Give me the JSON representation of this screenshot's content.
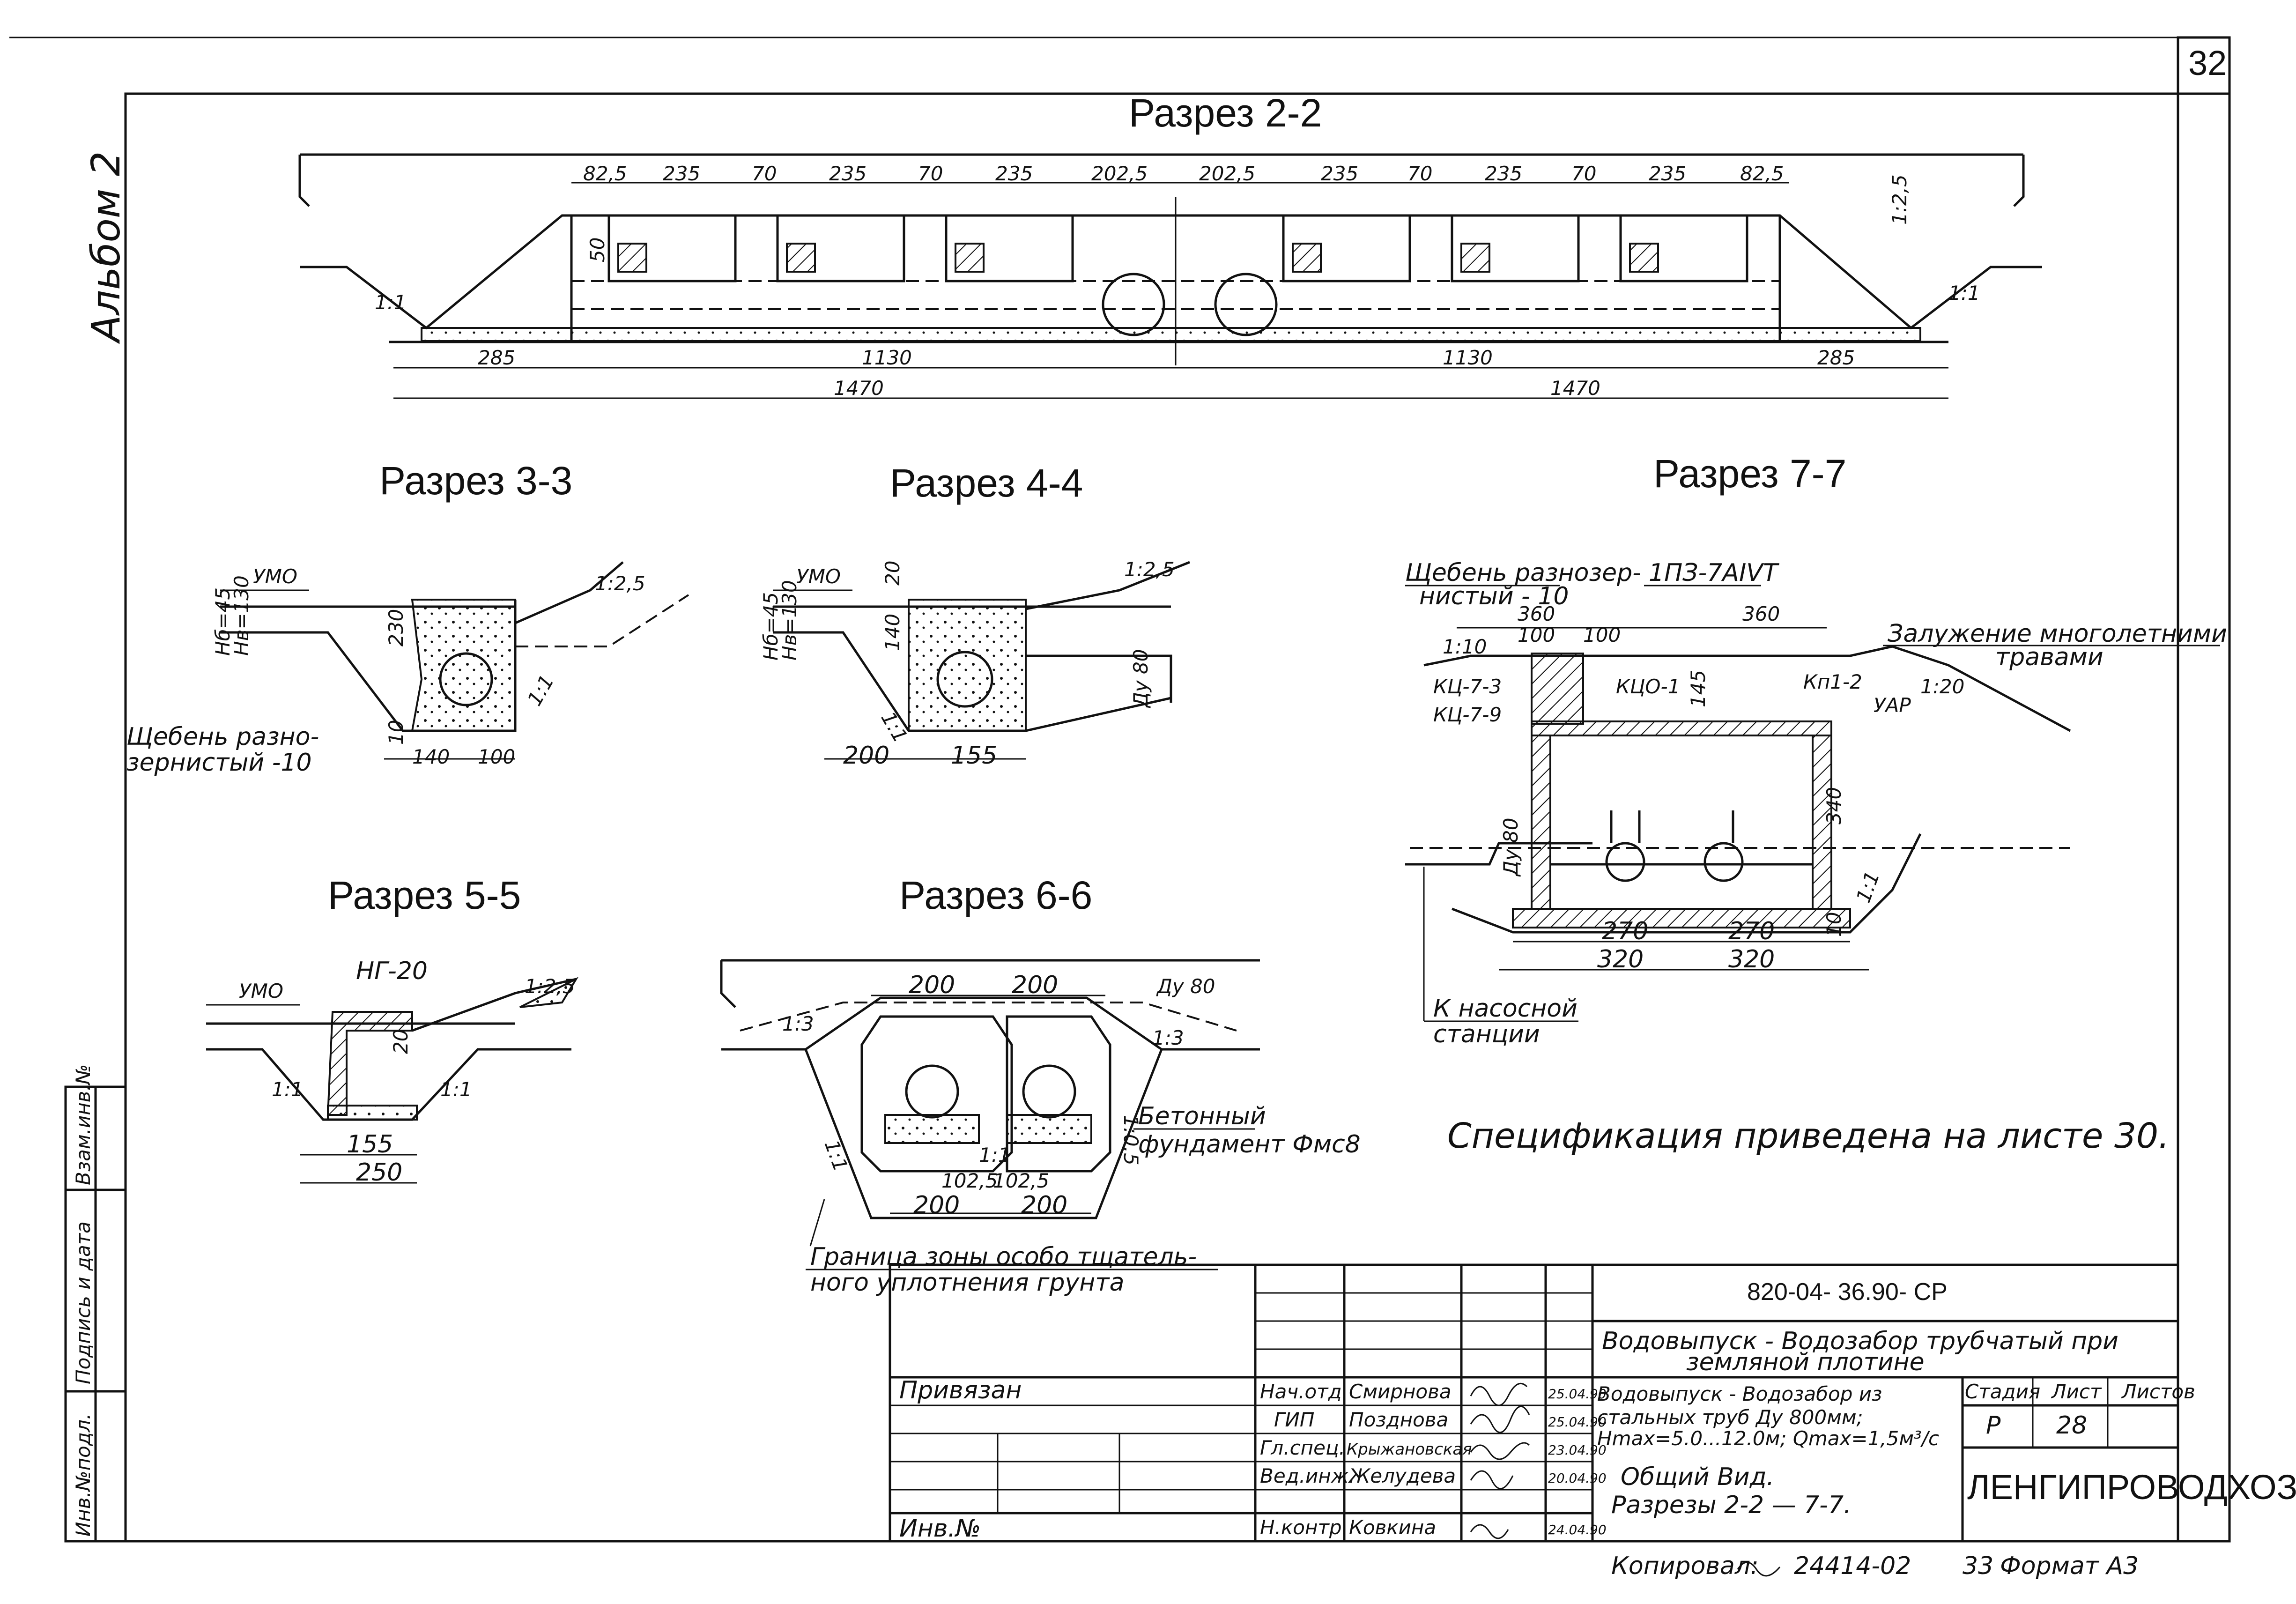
{
  "page_number": "32",
  "album": "Альбом 2",
  "sections": {
    "s22": {
      "title": "Разрез 2-2",
      "dims_top": [
        "82,5",
        "235",
        "70",
        "235",
        "70",
        "235",
        "202,5",
        "202,5",
        "235",
        "70",
        "235",
        "70",
        "235",
        "82,5"
      ],
      "dim_285": "285",
      "dim_1130": "1130",
      "dim_1470": "1470",
      "dim_50": "50",
      "slope_125": "1:2,5",
      "slope_11": "1:1"
    },
    "s33": {
      "title": "Разрез 3-3",
      "umo": "УМО",
      "h130": "Нв=130",
      "h45": "Нб=45",
      "dim_230": "230",
      "dim_10": "10",
      "dim_140": "140",
      "dim_100": "100",
      "slope_125": "1:2,5",
      "slope_11": "1:1",
      "gravel": "Щебень разно-",
      "gravel2": "зернистый -10"
    },
    "s44": {
      "title": "Разрез 4-4",
      "umo": "УМО",
      "h130": "Нв=130",
      "h45": "Нб=45",
      "dim_20": "20",
      "dim_140": "140",
      "dim_200": "200",
      "dim_155": "155",
      "du": "Ду 80",
      "slope_125": "1:2,5",
      "slope_11": "1:1"
    },
    "s55": {
      "title": "Разрез 5-5",
      "umo": "УМО",
      "ng": "НГ-20",
      "dim_20": "20",
      "dim_155": "155",
      "dim_250": "250",
      "slope_125": "1:2,5",
      "slope_11": "1:1"
    },
    "s66": {
      "title": "Разрез 6-6",
      "dim_200": "200",
      "dim_1025": "102,5",
      "du": "Ду 80",
      "slope_13": "1:3",
      "slope_11": "1:1",
      "slope_105": "1:0,5",
      "concrete": "Бетонный",
      "concrete2": "фундамент Фмс8",
      "zone1": "Граница зоны особо тщатель-",
      "zone2": "ного уплотнения грунта"
    },
    "s77": {
      "title": "Разрез 7-7",
      "gravel1": "Щебень разнозер-",
      "gravel2": "нистый - 10",
      "plate": "1ПЗ-7АIVТ",
      "dim_360": "360",
      "dim_100": "100",
      "dim_145": "145",
      "dim_340": "340",
      "dim_10": "10",
      "dim_270": "270",
      "dim_320": "320",
      "kc73": "КЦ-7-3",
      "kc79": "КЦ-7-9",
      "kco": "КЦО-1",
      "kp": "Кп1-2",
      "uad": "УАР",
      "du": "Ду 80",
      "slope_110": "1:10",
      "slope_120": "1:20",
      "slope_11": "1:1",
      "grass1": "Залужение многолетними",
      "grass2": "травами",
      "pump1": "К насосной",
      "pump2": "станции"
    }
  },
  "spec_note": "Спецификация приведена на листе 30.",
  "left_stamp": {
    "l1": "Взам.инв.№",
    "l2": "Подпись и дата",
    "l3": "Инв.№подл."
  },
  "title_block": {
    "code": "820-04- 36.90- СР",
    "project1": "Водовыпуск - Водозабор трубчатый при",
    "project2": "земляной плотине",
    "desc1": "Водовыпуск - Водозабор из",
    "desc2": "стальных труб Ду 800мм;",
    "desc3": "Hmax=5.0...12.0м; Qmax=1,5м³/с",
    "view1": "Общий Вид.",
    "view2": "Разрезы 2-2 — 7-7.",
    "stage_label": "Стадия",
    "sheet_label": "Лист",
    "sheets_label": "Листов",
    "stage": "Р",
    "sheet": "28",
    "org": "ЛЕНГИПРОВОДХОЗ",
    "bound": "Привязан",
    "inv": "Инв.№",
    "rows": [
      {
        "role": "Нач.отд.",
        "name": "Смирнова",
        "date": "25.04.90"
      },
      {
        "role": "ГИП",
        "name": "Позднова",
        "date": "25.04.90"
      },
      {
        "role": "Гл.спец.",
        "name": "Крыжановская",
        "date": "23.04.90"
      },
      {
        "role": "Вед.инж.",
        "name": "Желудева",
        "date": "20.04.90"
      },
      {
        "role": "Н.контр.",
        "name": "Ковкина",
        "date": "24.04.90"
      }
    ],
    "copied": "Копировал:",
    "copied_num": "24414-02",
    "copy_sheet": "33",
    "format": "Формат А3"
  }
}
